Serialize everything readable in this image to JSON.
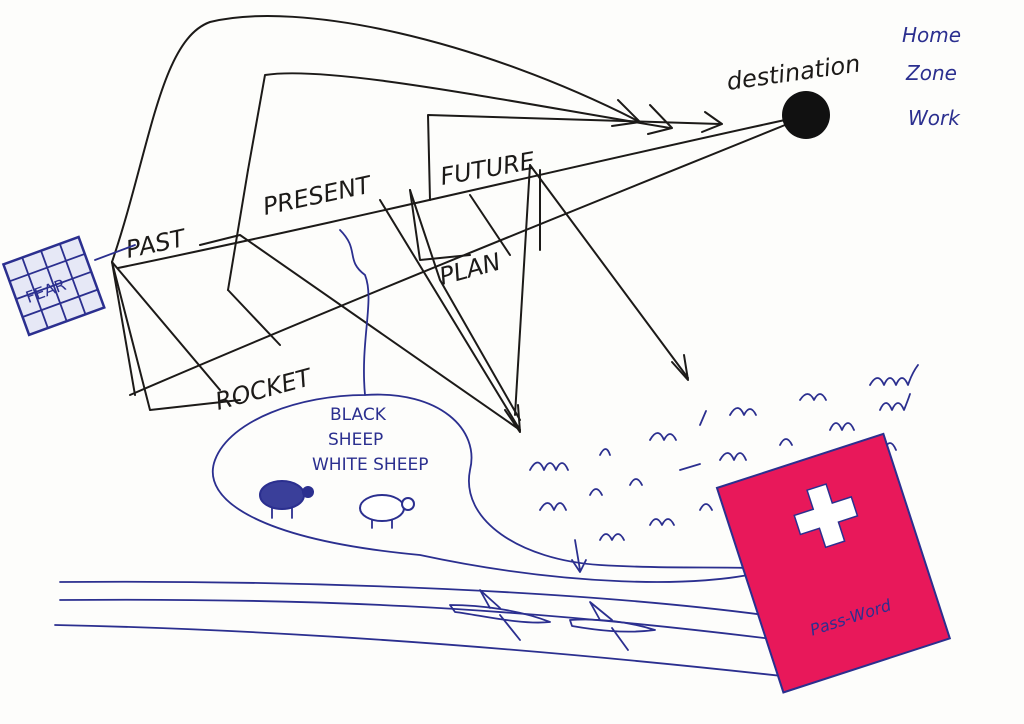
{
  "labels": {
    "destination": "destination",
    "zones": [
      "Home",
      "Zone",
      "Work"
    ],
    "fear": "FEAR",
    "past": "PAST",
    "present": "PRESENT",
    "future": "FUTURE",
    "plan": "PLAN",
    "rocket": "ROCKET",
    "sheep": [
      "BLACK",
      "SHEEP",
      "WHITE SHEEP"
    ],
    "password": "Pass-Word"
  },
  "colors": {
    "black_ink": "#1c1a18",
    "blue_ink": "#2b2f8f",
    "passport_red": "#e8185a"
  }
}
